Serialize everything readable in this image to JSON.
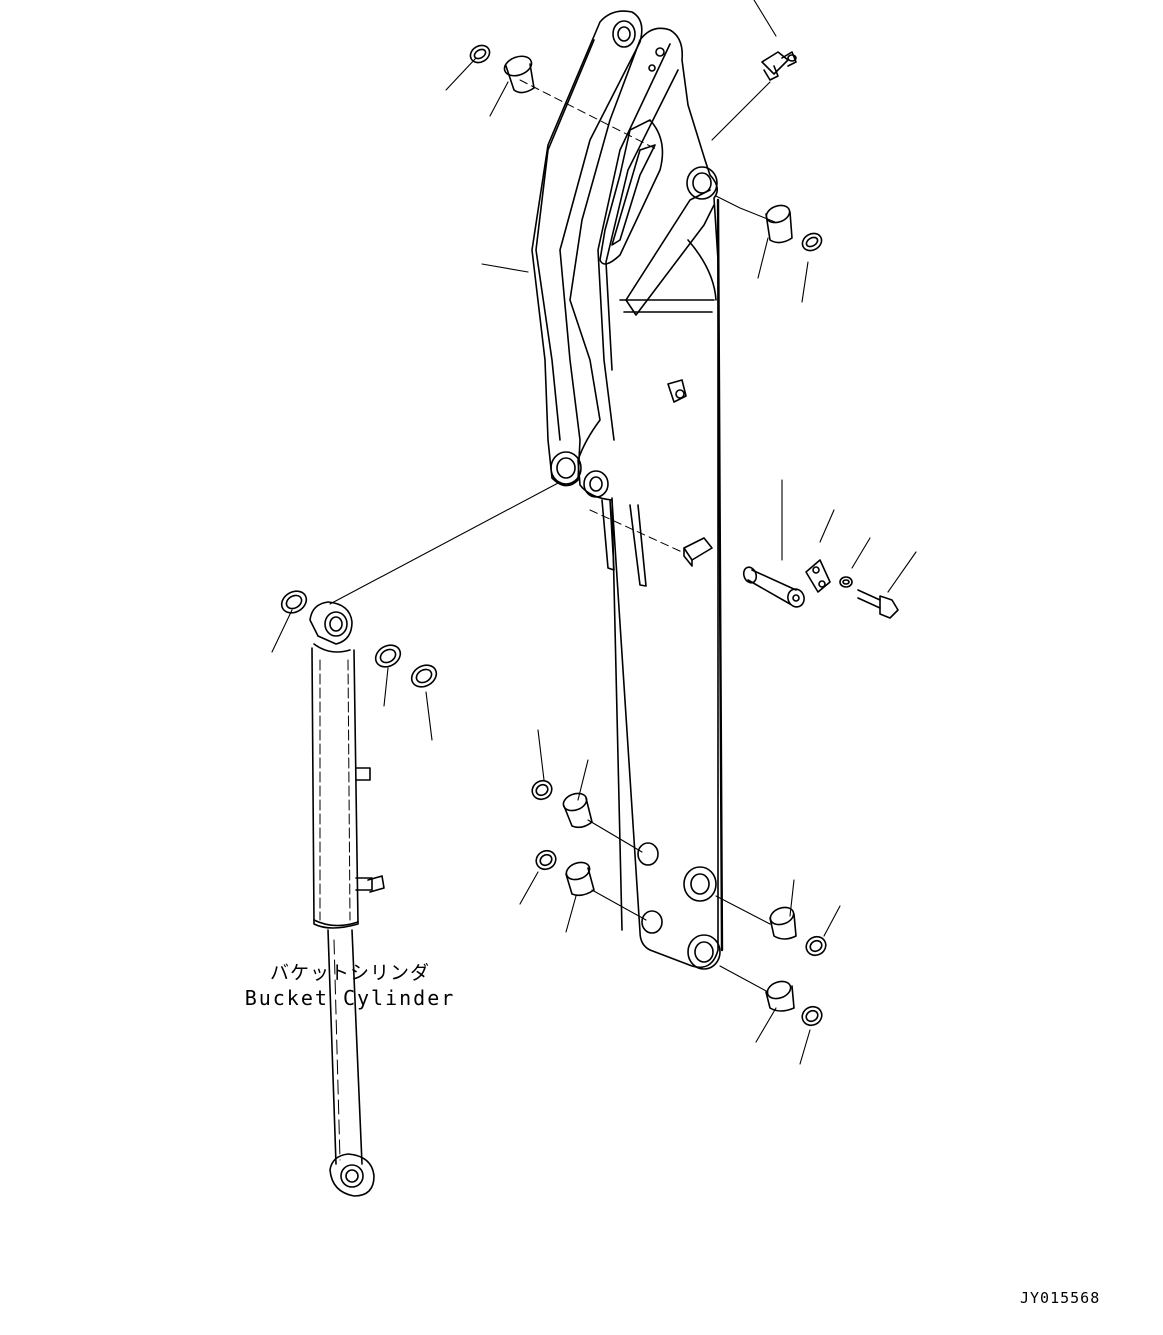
{
  "labels": {
    "cylinder_jp": "バケットシリンダ",
    "cylinder_en": "Bucket Cylinder",
    "reference_code": "JY015568"
  },
  "colors": {
    "line": "#000000",
    "background": "#ffffff"
  },
  "parts": [
    "arm",
    "bucket-cylinder",
    "bushing",
    "seal-ring",
    "shim",
    "pin",
    "plate",
    "washer",
    "bolt",
    "grease-fitting",
    "bracket"
  ]
}
